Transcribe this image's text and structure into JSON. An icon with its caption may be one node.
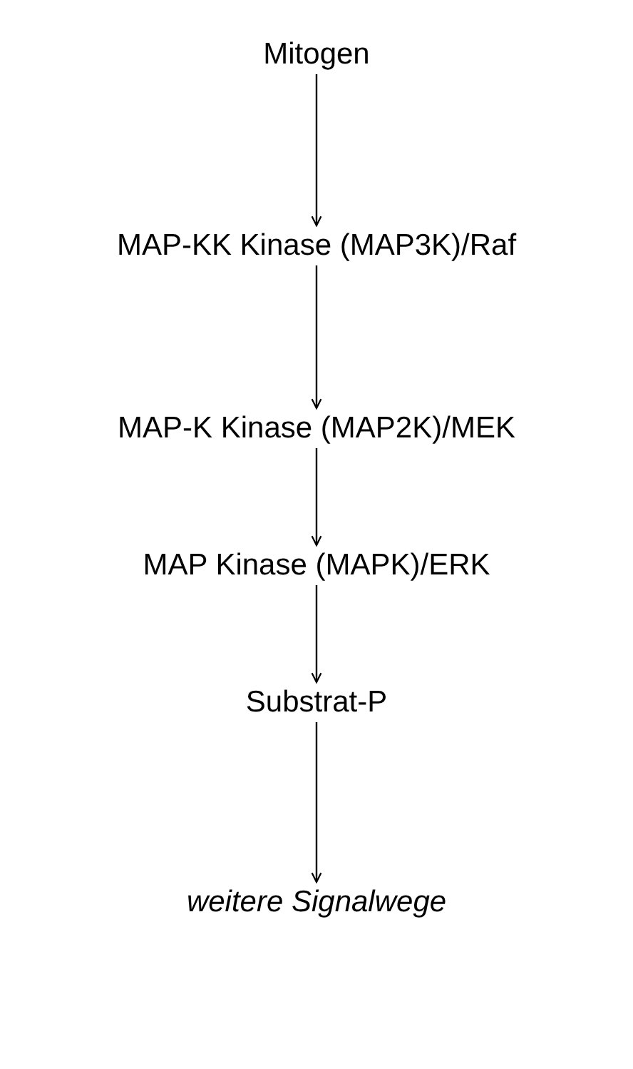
{
  "diagram": {
    "nodes": [
      {
        "text": [
          "Mitogen"
        ]
      },
      {
        "text": [
          "MAP-KK Kinase (MAP3K)/Raf"
        ]
      },
      {
        "text": [
          "MAP-K Kinase (MAP2K)/MEK"
        ]
      },
      {
        "text": [
          "MAP Kinase (MAPK)/ERK"
        ]
      },
      {
        "text": [
          "Substrat-P"
        ]
      },
      {
        "text": [
          "weitere Signalwege"
        ]
      }
    ],
    "edges": [
      {
        "from": 0,
        "to": 1,
        "arrow": "to"
      },
      {
        "from": 1,
        "to": 2,
        "arrow": "to"
      },
      {
        "from": 2,
        "to": 3,
        "arrow": "to"
      },
      {
        "from": 3,
        "to": 4,
        "arrow": "to"
      },
      {
        "from": 4,
        "to": 5,
        "arrow": "to"
      }
    ]
  }
}
